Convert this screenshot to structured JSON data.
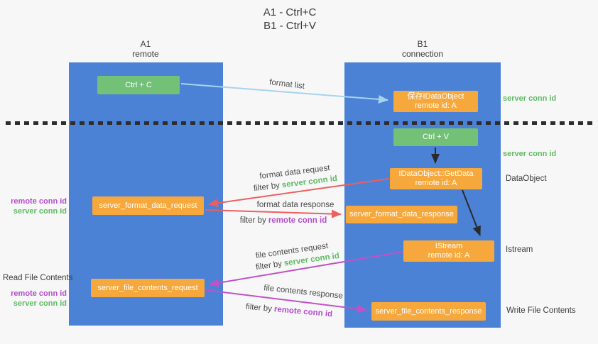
{
  "title": {
    "line1": "A1 - Ctrl+C",
    "line2": "B1 - Ctrl+V"
  },
  "lanes": {
    "left": {
      "title": "A1",
      "subtitle": "remote"
    },
    "right": {
      "title": "B1",
      "subtitle": "connection"
    }
  },
  "nodes": {
    "ctrl_c": {
      "label": "Ctrl + C"
    },
    "save_idataobject": {
      "line1": "保存IDataObject",
      "line2": "remote id: A"
    },
    "ctrl_v": {
      "label": "Ctrl + V"
    },
    "getdata": {
      "line1": "IDataObject::GetData",
      "line2": "remote id: A"
    },
    "format_request": {
      "label": "server_format_data_request"
    },
    "format_response": {
      "label": "server_format_data_response"
    },
    "istream": {
      "line1": "IStream",
      "line2": "remote id: A"
    },
    "file_request": {
      "label": "server_file_contents_request"
    },
    "file_response": {
      "label": "server_file_contents_response"
    }
  },
  "side_labels": {
    "server_conn_id_top": "server conn id",
    "server_conn_id_mid": "server conn id",
    "dataobject": "DataObject",
    "istream": "Istream",
    "write_file_contents": "Write File Contents",
    "read_file_contents": "Read File Contents",
    "remote_conn_id": "remote conn id",
    "server_conn_id": "server conn id"
  },
  "flow_labels": {
    "format_list": "format list",
    "format_data_request": "format data request",
    "format_data_response": "format data response",
    "file_contents_request": "file contents request",
    "file_contents_response": "file contents response",
    "filter_by": "filter by",
    "server_conn_id": "server conn id",
    "remote_conn_id": "remote conn id"
  },
  "arrows": [
    {
      "name": "format-list-arrow",
      "from": "ctrl_c",
      "to": "save_idataobject",
      "color_key": "arrow_blue"
    },
    {
      "name": "ctrl-v-to-getdata",
      "from": "ctrl_v",
      "to": "getdata",
      "color_key": "arrow_black"
    },
    {
      "name": "format-request-arrow",
      "from": "getdata",
      "to": "format_request",
      "color_key": "arrow_red"
    },
    {
      "name": "format-response-arrow",
      "from": "format_request",
      "to": "format_response",
      "color_key": "arrow_red"
    },
    {
      "name": "getdata-to-istream",
      "from": "getdata",
      "to": "istream",
      "color_key": "arrow_black"
    },
    {
      "name": "file-request-arrow",
      "from": "istream",
      "to": "file_request",
      "color_key": "arrow_magenta"
    },
    {
      "name": "file-response-arrow",
      "from": "file_request",
      "to": "file_response",
      "color_key": "arrow_magenta"
    }
  ],
  "colors": {
    "lane_blue": "#4b82d6",
    "box_orange": "#f7a83c",
    "box_green": "#73c077",
    "text_green": "#5eba62",
    "text_magenta": "#b44ccc",
    "arrow_red": "#ec5f5f",
    "arrow_magenta": "#c052c6",
    "arrow_blue": "#a6d3ee",
    "arrow_black": "#2a2a2a",
    "dash_color": "#2d2d2d"
  }
}
